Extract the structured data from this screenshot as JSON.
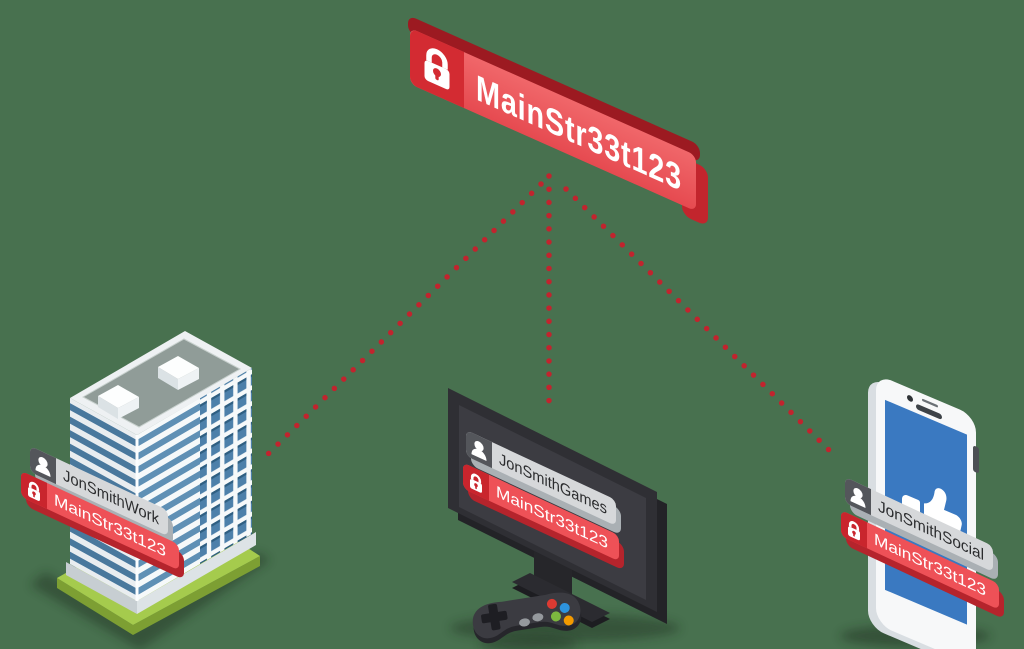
{
  "master_password": {
    "text": "MainStr33t123",
    "icon": "lock"
  },
  "accounts": {
    "work": {
      "username": "JonSmithWork",
      "password": "MainStr33t123",
      "username_icon": "user",
      "password_icon": "lock",
      "device_icon": "office-building"
    },
    "games": {
      "username": "JonSmithGames",
      "password": "MainStr33t123",
      "username_icon": "user",
      "password_icon": "lock",
      "device_icon": "tv-with-game-controller"
    },
    "social": {
      "username": "JonSmithSocial",
      "password": "MainStr33t123",
      "username_icon": "user",
      "password_icon": "lock",
      "device_icon": "smartphone-thumbs-up"
    }
  },
  "colors": {
    "background": "#48714f",
    "banner_red": "#e95055",
    "banner_red_dark": "#9c1a21",
    "banner_lock_square": "#d32b32",
    "tag_red": "#ee5157",
    "tag_red_icon": "#c9252d",
    "tag_gray": "#d6d8da",
    "tag_gray_icon": "#54565b",
    "dot_red": "#c1242e",
    "building_stripe_blue": "#4d80aa",
    "roof_gray": "#909c98",
    "base_green": "#a5cb4d",
    "screen_blue": "#3a79c1",
    "tv_dark": "#2f2f34"
  }
}
